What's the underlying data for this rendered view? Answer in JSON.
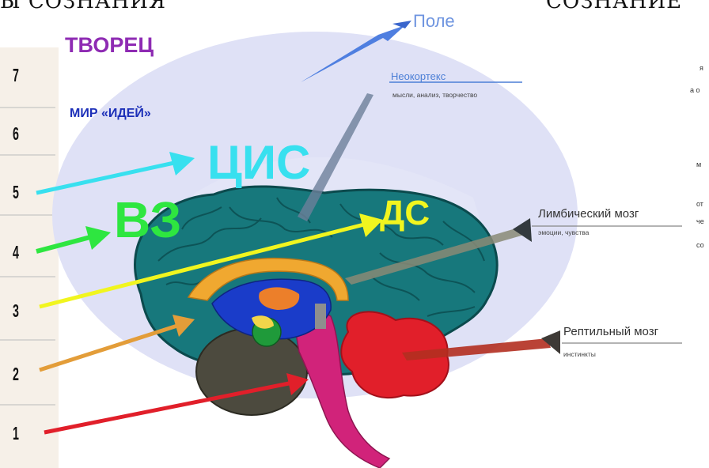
{
  "header": {
    "left": "Ы СОЗНАНИЯ",
    "right": "СОЗНАНИЕ"
  },
  "levels": [
    "7",
    "6",
    "5",
    "4",
    "3",
    "2",
    "1"
  ],
  "labels": {
    "tvorets": "ТВОРЕЦ",
    "mir_idei": "МИР «ИДЕЙ»",
    "tsis": "ЦИС",
    "vz": "ВЗ",
    "ds": "ДС"
  },
  "callouts": {
    "pole": {
      "title": "Поле"
    },
    "neocortex": {
      "title": "Неокортекс",
      "sub": "мысли, анализ, творчество"
    },
    "limbic": {
      "title": "Лимбический мозг",
      "sub": "эмоции, чувства"
    },
    "reptile": {
      "title": "Рептильный мозг",
      "sub": "инстинкты"
    }
  },
  "side_fragments": [
    "я",
    "а о",
    "м",
    "от",
    "че",
    "со"
  ],
  "colors": {
    "tvorets": "#8e2bb3",
    "mir_idei": "#1c2fb8",
    "tsis": "#38e0ef",
    "vz": "#2ee640",
    "ds": "#f1f51f",
    "arrow_level_1": "#e11f2a",
    "arrow_level_2": "#e39d39",
    "pole_arrow": "#4f7fe0",
    "field_ellipse": "#dfe1f6",
    "brain": "#17787c"
  }
}
